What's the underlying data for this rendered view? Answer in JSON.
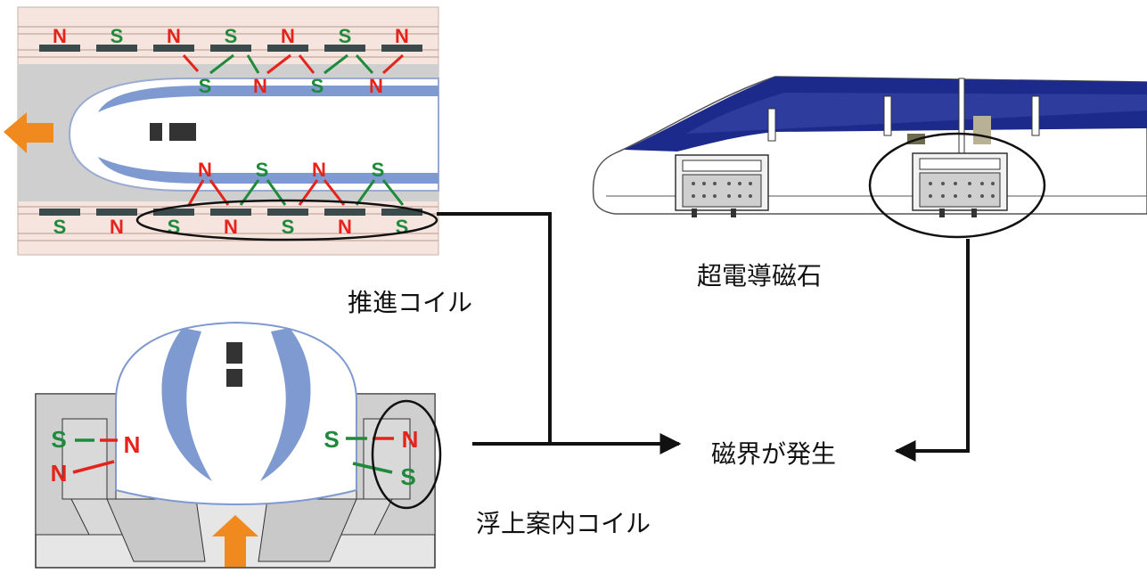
{
  "labels": {
    "propulsion_coil": "推進コイル",
    "superconducting_magnet": "超電導磁石",
    "magnetic_field": "磁界が発生",
    "levitation_guidance_coil": "浮上案内コイル"
  },
  "top_view": {
    "rail_top_poles": [
      "N",
      "S",
      "N",
      "S",
      "N",
      "S",
      "N"
    ],
    "vehicle_upper_poles": [
      "S",
      "N",
      "S",
      "N"
    ],
    "vehicle_lower_poles": [
      "N",
      "S",
      "N",
      "S"
    ],
    "rail_bottom_poles": [
      "S",
      "N",
      "S",
      "N",
      "S",
      "N",
      "S"
    ]
  },
  "front_view": {
    "left_poles": [
      "S",
      "N",
      "N"
    ],
    "right_poles": [
      "S",
      "N",
      "S"
    ]
  },
  "colors": {
    "north": "#e5231b",
    "south": "#1e8a3a",
    "arrow": "#f08a1e",
    "train_blue": "#1c2a8c",
    "light_blue": "#7f9ad0",
    "rail_pink": "#f6e4de",
    "guideway_grey": "#cfcfcf"
  }
}
